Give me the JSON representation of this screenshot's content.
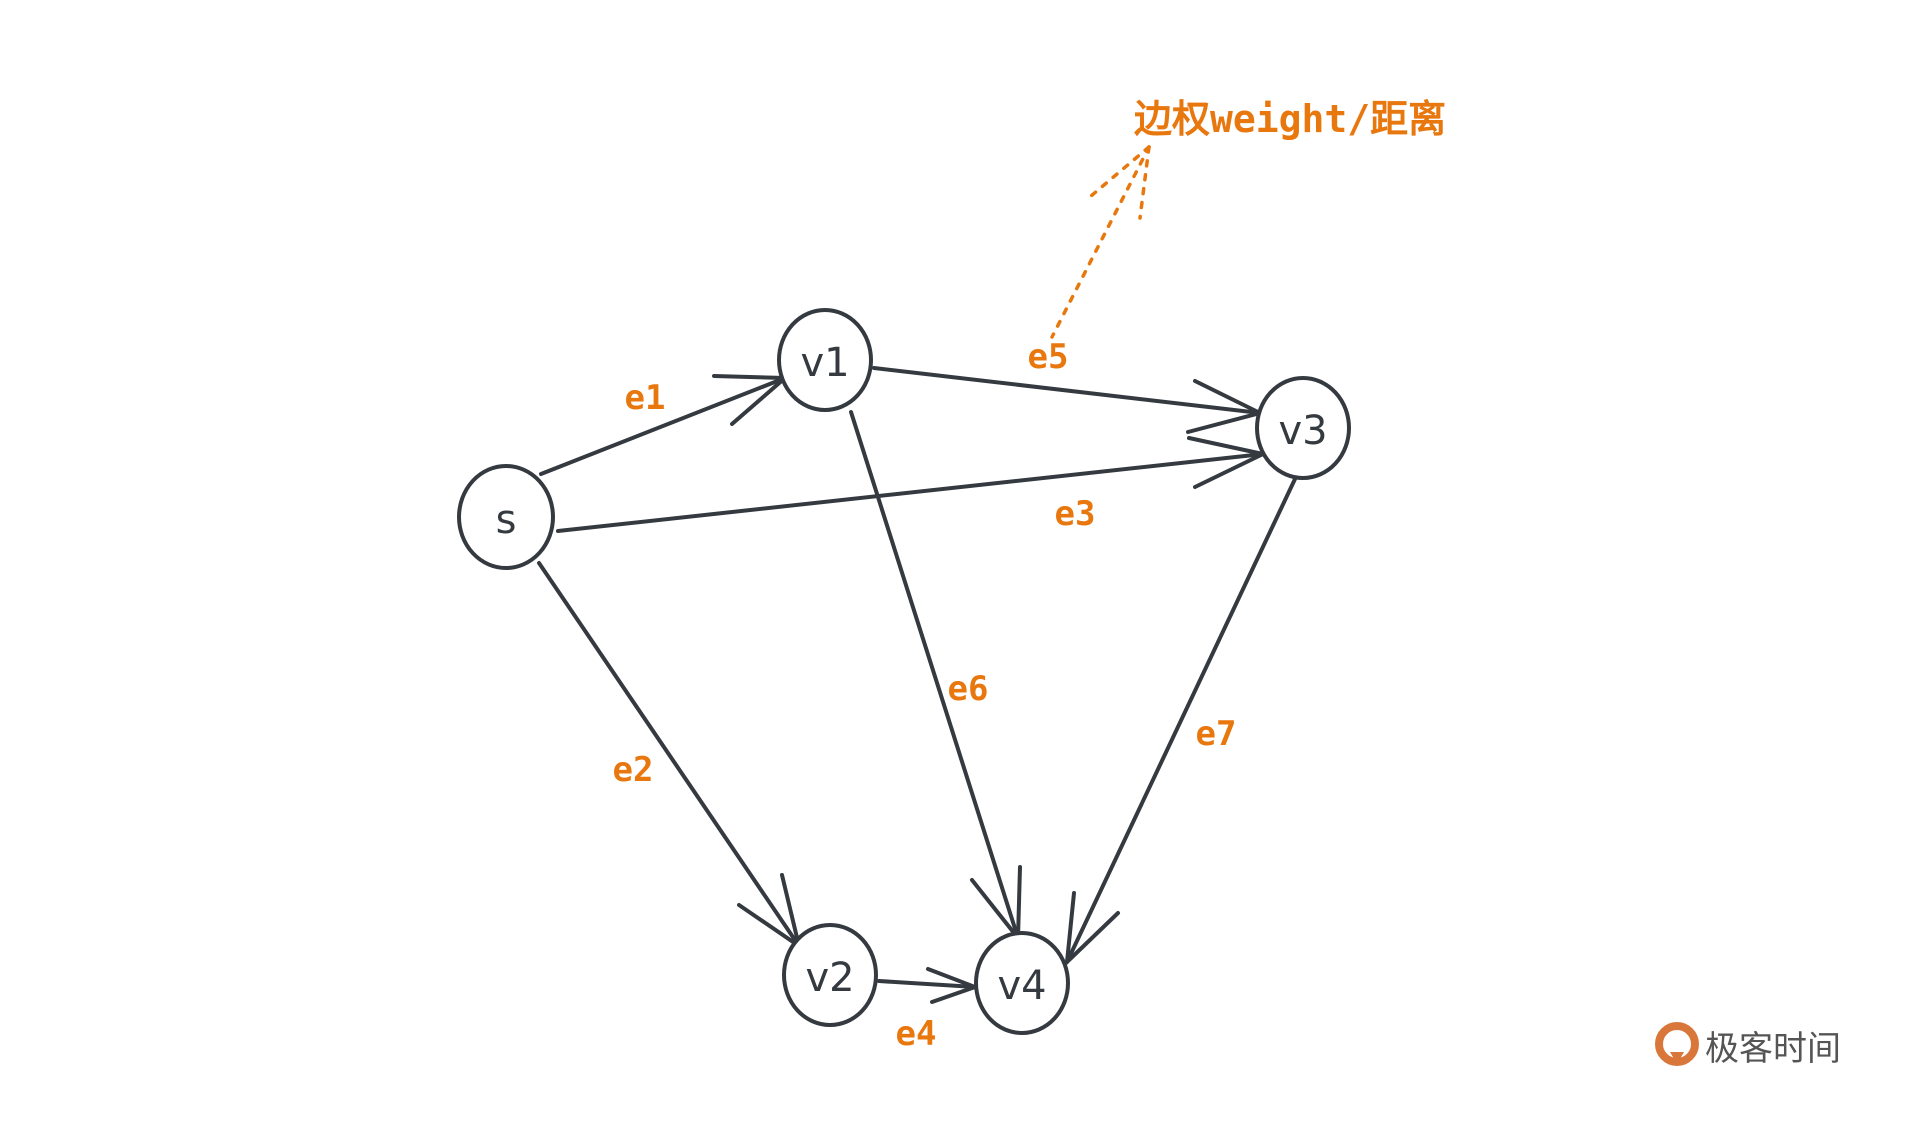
{
  "annotation": "边权weight/距离",
  "nodes": {
    "s": "s",
    "v1": "v1",
    "v2": "v2",
    "v3": "v3",
    "v4": "v4"
  },
  "edges": {
    "e1": "e1",
    "e2": "e2",
    "e3": "e3",
    "e4": "e4",
    "e5": "e5",
    "e6": "e6",
    "e7": "e7"
  },
  "logo": "极客时间",
  "colors": {
    "accent": "#e8770e",
    "stroke": "#343a40"
  }
}
